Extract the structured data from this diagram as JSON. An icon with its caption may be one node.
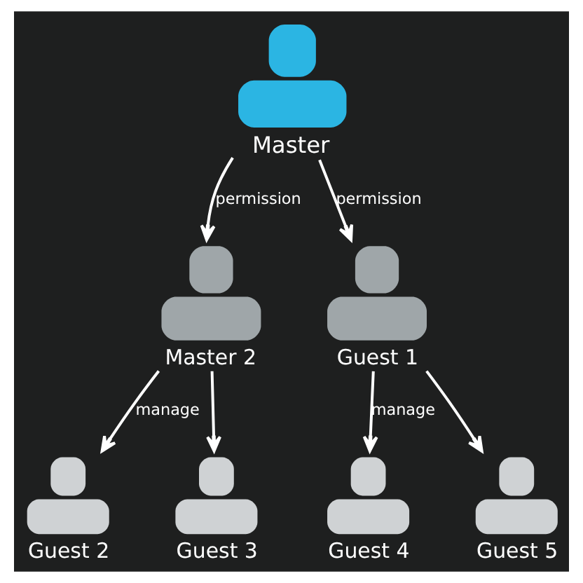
{
  "diagram": {
    "nodes": [
      {
        "text": [
          "Master"
        ]
      },
      {
        "text": [
          "Master 2"
        ]
      },
      {
        "text": [
          "Guest 1"
        ]
      },
      {
        "text": [
          "Guest 2"
        ]
      },
      {
        "text": [
          "Guest 3"
        ]
      },
      {
        "text": [
          "Guest 4"
        ]
      },
      {
        "text": [
          "Guest 5"
        ]
      }
    ],
    "edges": [
      {
        "from": 0,
        "to": 1,
        "arrow": "to",
        "label": "permission"
      },
      {
        "from": 0,
        "to": 2,
        "arrow": "to",
        "label": "permission"
      },
      {
        "from": 1,
        "to": 3,
        "arrow": "to",
        "label": "manage"
      },
      {
        "from": 1,
        "to": 4,
        "arrow": "to"
      },
      {
        "from": 2,
        "to": 5,
        "arrow": "to",
        "label": "manage"
      },
      {
        "from": 2,
        "to": 6,
        "arrow": "to"
      }
    ]
  }
}
